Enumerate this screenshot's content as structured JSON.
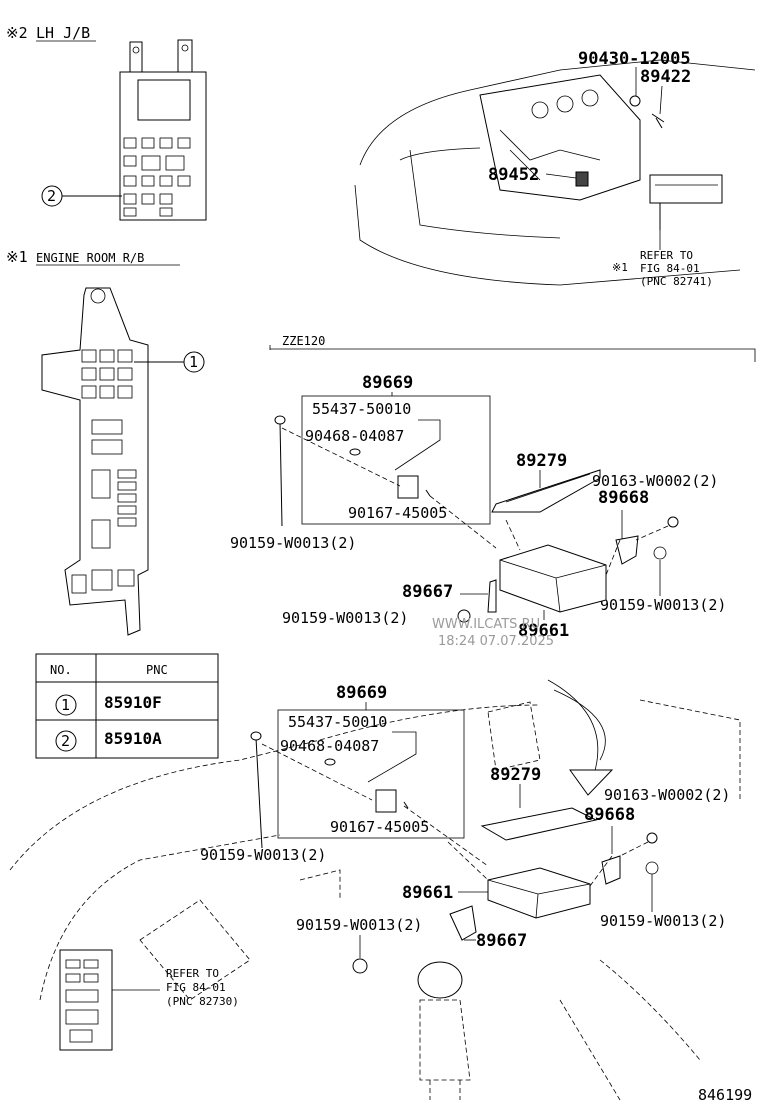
{
  "lh_jb": {
    "mark": "※2",
    "label": "LH J/B",
    "callout": "2"
  },
  "engine_rb": {
    "mark": "※1",
    "label": "ENGINE ROOM R/B",
    "callout": "1"
  },
  "top_right": {
    "p90430": "90430-12005",
    "p89422": "89422",
    "p89452": "89452",
    "refer": {
      "mark": "※1",
      "l1": "REFER TO",
      "l2": "FIG 84-01",
      "l3": "(PNC 82741)"
    }
  },
  "zze_section": {
    "label": "ZZE120",
    "p89669": "89669",
    "p55437": "55437-50010",
    "p90468": "90468-04087",
    "p90167": "90167-45005",
    "p89279": "89279",
    "p90163": "90163-W0002(2)",
    "p89668": "89668",
    "p90159_left": "90159-W0013(2)",
    "p89667": "89667",
    "p90159_bottom": "90159-W0013(2)",
    "p90159_right": "90159-W0013(2)",
    "p89661": "89661"
  },
  "watermark": {
    "l1": "WWW.ILCATS.RU",
    "l2": "18:24 07.07.2025"
  },
  "table": {
    "head_no": "NO.",
    "head_pnc": "PNC",
    "rows": [
      {
        "no": "1",
        "pnc": "85910F"
      },
      {
        "no": "2",
        "pnc": "85910A"
      }
    ]
  },
  "bottom_section": {
    "p89669": "89669",
    "p55437": "55437-50010",
    "p90468": "90468-04087",
    "p90167": "90167-45005",
    "p89279": "89279",
    "p90163": "90163-W0002(2)",
    "p89668": "89668",
    "p90159_left": "90159-W0013(2)",
    "p89661": "89661",
    "p90159_mid": "90159-W0013(2)",
    "p89667": "89667",
    "p90159_right": "90159-W0013(2)",
    "refer": {
      "l1": "REFER TO",
      "l2": "FIG 84-01",
      "l3": "(PNC 82730)"
    }
  },
  "illustration_id": "846199"
}
